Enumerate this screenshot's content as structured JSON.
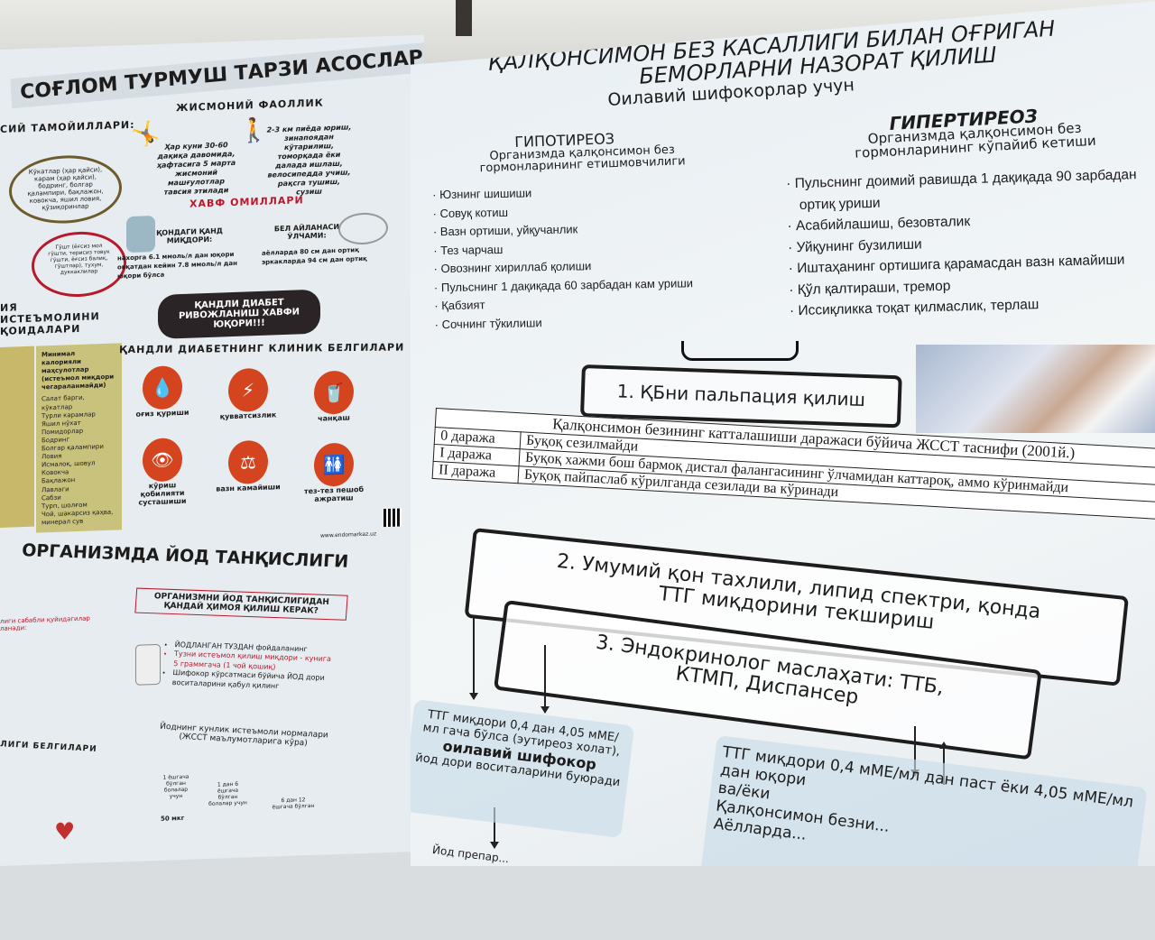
{
  "left_poster": {
    "title": "СОҒЛОМ ТУРМУШ ТАРЗИ АСОСЛАРИ",
    "section_partial": "СИЙ ТАМОЙИЛЛАРИ:",
    "nutrition_oval": "Кўкатлар (ҳар қайси), карам (ҳар қайси), бодринг, болгар қалампири, бақлажон, ковокча, яшил ловия, қўзиқоринлар",
    "protein_oval": "Гўшт (ёғсиз мол гўшти, терисиз товук гўшти, ёғсиз балиқ, гўштлар), тухум, дуккаклилар",
    "physical": {
      "heading": "ЖИСМОНИЙ ФАОЛЛИК",
      "left": "Ҳар куни 30-60 дақиқа давомида, ҳафтасига 5 марта жисмоний машғулотлар тавсия этилади",
      "right": "2-3 км пиёда юриш, зинапоядан кўтарилиш, томорқада ёки далада ишлаш, велосипедда учиш, рақсга тушиш, сузиш"
    },
    "risk": {
      "heading": "ХАВФ ОМИЛЛАРИ",
      "sugar_title": "ҚОНДАГИ ҚАНД МИҚДОРИ:",
      "sugar_items": [
        "нахорга 6.1 ммоль/л дан юқори",
        "овқатдан кейин 7.8 ммоль/л дан юқори бўлса"
      ],
      "waist_title": "БЕЛ АЙЛАНАСИ ЎЛЧАМИ:",
      "waist_items": [
        "аёлларда 80 см дан ортиқ",
        "эркакларда 94 см дан ортиқ"
      ]
    },
    "warning": "ҚАНДЛИ ДИАБЕТ РИВОЖЛАНИШ ХАВФИ ЮҚОРИ!!!",
    "consumption_heading": "ИЯ ИСТЕЪМОЛИНИ ҚОИДАЛАРИ",
    "min_cal_header": "Минимал калорияли маҳсулотлар (истеъмол миқдори чегараланмайди)",
    "min_cal_items": [
      "Салат барги, кўкатлар",
      "Турли карамлар",
      "Яшил нўхат",
      "Помидорлар",
      "Бодринг",
      "Болгар қалампири",
      "Ловия",
      "Исмалоқ, шовул",
      "Ковокча",
      "Бақлажон",
      "Лавлаги",
      "Сабзи",
      "Турп, шолғом",
      "Чой, шакарсиз қаҳва, минерал сув"
    ],
    "clinical_heading": "ҚАНДЛИ ДИАБЕТНИНГ КЛИНИК БЕЛГИЛАРИ",
    "symptoms": [
      "оғиз қуриши",
      "қувватсизлик",
      "чанқаш",
      "кўриш қобилияти сусташиши",
      "вазн камайиши",
      "тез-тез пешоб ажратиш"
    ],
    "website": "www.endomarkaz.uz",
    "iodine": {
      "title": "ОРГАНИЗМДА ЙОД ТАНҚИСЛИГИ",
      "question": "ОРГАНИЗМНИ ЙОД ТАНҚИСЛИГИДАН ҚАНДАЙ ҲИМОЯ ҚИЛИШ КЕРАК?",
      "tips": [
        "ЙОДЛАНГАН ТУЗДАН фойдаланинг",
        "Тузни истеъмол қилиш миқдори - кунига 5 граммгача (1 чой қошиқ)",
        "Шифокор кўрсатмаси бўйича ЙОД дори воситаларини қабул қилинг"
      ],
      "norms_title": "Йоднинг кунлик истеъмоли нормалари (ЖССТ маълумотларига кўра)",
      "groups": [
        "1 ёшгача бўлган болалар учун",
        "1 дан 6 ёшгача бўлган болалар учун",
        "6 дан 12 ёшгача бўлган"
      ],
      "dose_infant": "50 мкг",
      "signs_heading": "ЛИГИ БЕЛГИЛАРИ",
      "causes": "лиги сабабли қуйидагилар ланади:"
    }
  },
  "right_poster": {
    "title_line1": "ҚАЛҚОНСИМОН БЕЗ КАСАЛЛИГИ БИЛАН ОҒРИГАН",
    "title_line2": "БЕМОРЛАРНИ НАЗОРАТ ҚИЛИШ",
    "subtitle": "Оилавий шифокорлар учун",
    "hypo": {
      "heading": "ГИПОТИРЕОЗ",
      "desc": "Организмда қалқонсимон без гормонларининг етишмовчилиги",
      "items": [
        "Юзнинг шишиши",
        "Совуқ котиш",
        "Вазн ортиши, уйқучанлик",
        "Тез чарчаш",
        "Овознинг хириллаб қолиши",
        "Пульснинг 1 дақиқада 60 зарбадан кам уриши",
        "Қабзият",
        "Сочнинг тўкилиши"
      ]
    },
    "hyper": {
      "heading": "ГИПЕРТИРЕОЗ",
      "desc": "Организмда қалқонсимон без гормонларининг кўпайиб кетиши",
      "items": [
        "Пульснинг доимий равишда 1 дақиқада 90 зарбадан ортиқ уриши",
        "Асабийлашиш, безовталик",
        "Уйқунинг бузилиши",
        "Иштаҳанинг ортишига қарамасдан вазн камайиши",
        "Қўл қалтираши,  тремор",
        "Иссиқликка тоқат қилмаслик, терлаш"
      ]
    },
    "step1": "1. ҚБни пальпация қилиш",
    "who_table": {
      "caption": "Қалқонсимон безининг катталашиши даражаси бўйича ЖССТ таснифи  (2001й.)",
      "rows": [
        [
          "0 даража",
          "Буқоқ сезилмайди"
        ],
        [
          "I даража",
          "Буқоқ хажми бош бармоқ дистал фалангасининг ўлчамидан каттароқ, аммо кўринмайди"
        ],
        [
          "II даража",
          "Буқоқ пайпаслаб кўрилганда сезилади ва кўринади"
        ]
      ]
    },
    "step2": "2. Умумий қон тахлили, липид спектри, қонда ТТГ миқдорини текшириш",
    "step3": "3. Эндокринолог маслаҳати: ТТБ, КТМП, Диспансер",
    "normal_box": {
      "line1": "ТТГ миқдори 0,4 дан 4,05 мМЕ/мл гача бўлса (эутиреоз холат),",
      "bold": "оилавий шифокор",
      "line2": "йод дори воситаларини буюради"
    },
    "abnormal_box": {
      "line1": "ТТГ миқдори 0,4 мМЕ/мл дан паст ёки 4,05 мМЕ/мл дан юқори",
      "line2": "ва/ёки",
      "line3": "Қалқонсимон безни...",
      "line4": "Аёлларда..."
    },
    "bottom_partial": "Йод препар..."
  },
  "colors": {
    "accent_red": "#b8182c",
    "symptom_orange": "#d4451f",
    "pill_dark": "#2a2427"
  }
}
